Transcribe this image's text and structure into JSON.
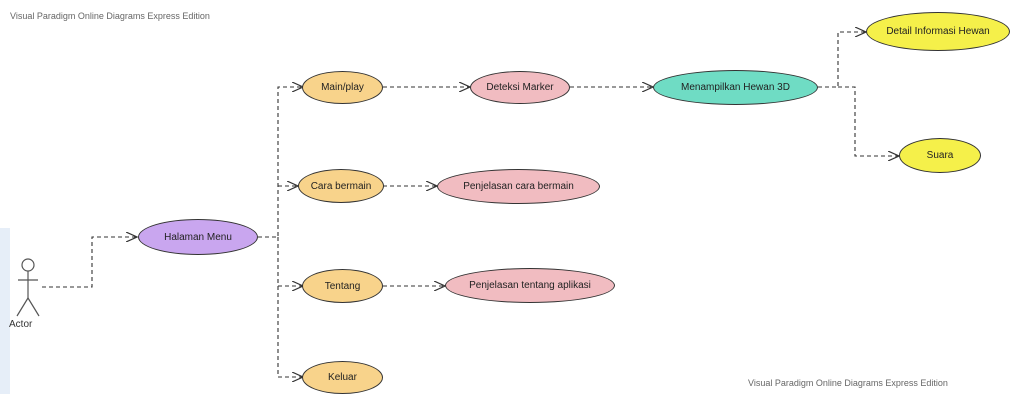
{
  "diagram": {
    "watermark_top": "Visual Paradigm Online Diagrams Express Edition",
    "watermark_bottom": "Visual Paradigm Online Diagrams Express Edition",
    "actor": {
      "label": "Actor"
    },
    "use_cases": [
      {
        "id": "halaman-menu",
        "label": "Halaman Menu",
        "color": "#c9a6ef"
      },
      {
        "id": "main-play",
        "label": "Main/play",
        "color": "#f8d38b"
      },
      {
        "id": "cara-bermain",
        "label": "Cara bermain",
        "color": "#f8d38b"
      },
      {
        "id": "tentang",
        "label": "Tentang",
        "color": "#f8d38b"
      },
      {
        "id": "keluar",
        "label": "Keluar",
        "color": "#f8d38b"
      },
      {
        "id": "deteksi-marker",
        "label": "Deteksi Marker",
        "color": "#f1bcc1"
      },
      {
        "id": "penjelasan-cara-bermain",
        "label": "Penjelasan cara bermain",
        "color": "#f1bcc1"
      },
      {
        "id": "penjelasan-tentang-aplikasi",
        "label": "Penjelasan tentang aplikasi",
        "color": "#f1bcc1"
      },
      {
        "id": "menampilkan-hewan-3d",
        "label": "Menampilkan Hewan 3D",
        "color": "#6fdcc4"
      },
      {
        "id": "detail-informasi-hewan",
        "label": "Detail Informasi Hewan",
        "color": "#f5f04a"
      },
      {
        "id": "suara",
        "label": "Suara",
        "color": "#f5f04a"
      }
    ],
    "edge_color": "#333333"
  }
}
